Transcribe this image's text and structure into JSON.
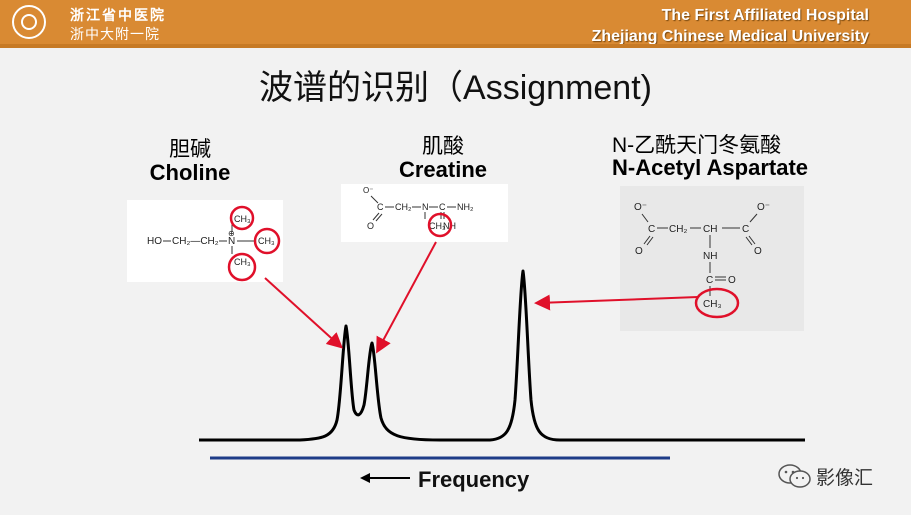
{
  "header": {
    "hospital_cn_line1": "浙江省中医院",
    "hospital_cn_line2": "浙中大附一院",
    "hospital_en_line1": "The First Affiliated Hospital",
    "hospital_en_line2": "Zhejiang Chinese Medical University"
  },
  "title": "波谱的识别（Assignment)",
  "molecules": {
    "choline": {
      "name_cn": "胆碱",
      "name_en": "Choline",
      "formula": {
        "ho": "HO",
        "chain": "CH₂—CH₂",
        "n": "N",
        "plus": "⊕",
        "ch3": "CH₃"
      }
    },
    "creatine": {
      "name_cn": "肌酸",
      "name_en": "Creatine",
      "formula": {
        "o_minus": "O⁻",
        "c": "C",
        "ch2": "CH₂",
        "n": "N",
        "ch3": "CH₃",
        "cn": "C",
        "nh2": "NH₂",
        "nh": "NH",
        "o": "O"
      }
    },
    "naa": {
      "name_cn": "N-乙酰天门冬氨酸",
      "name_en": "N-Acetyl Aspartate",
      "formula": {
        "o_minus": "O⁻",
        "c": "C",
        "ch2": "CH₂",
        "ch": "CH",
        "nh": "NH",
        "o": "O",
        "ch3": "CH₃"
      }
    }
  },
  "axis": {
    "label": "Frequency"
  },
  "watermark": {
    "text": "影像汇"
  },
  "colors": {
    "header": "#d98a33",
    "annotation": "#e0102a",
    "baseline": "#1f3c88"
  }
}
